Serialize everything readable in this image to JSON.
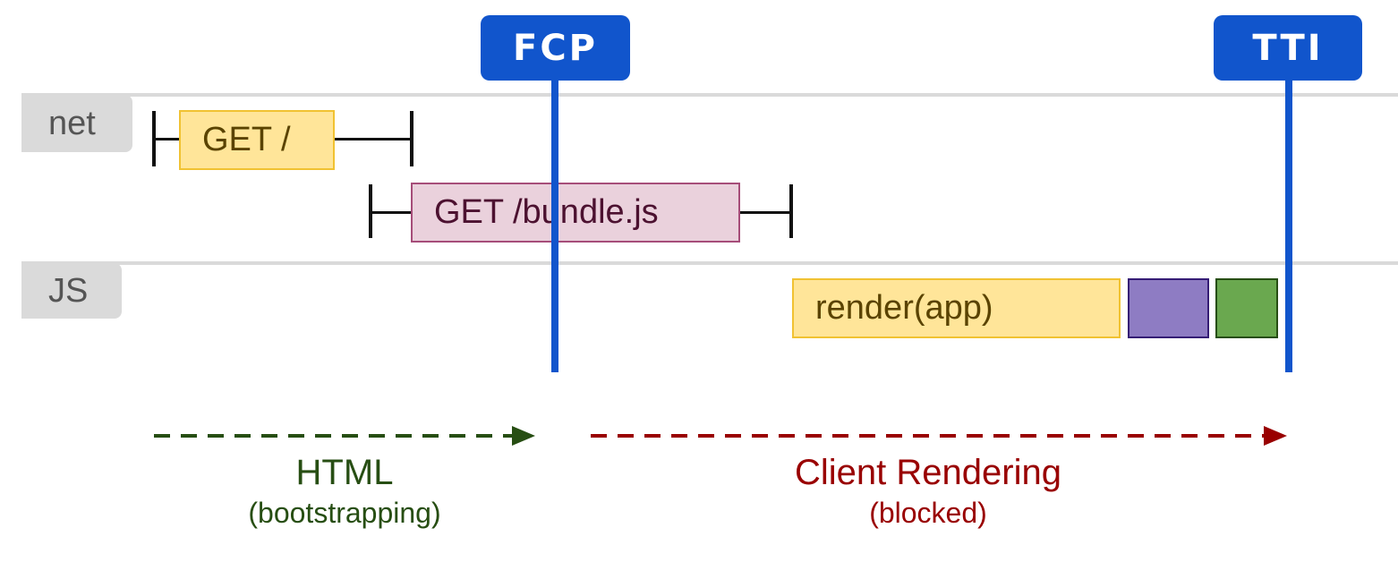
{
  "lanes": {
    "net_label": "net",
    "js_label": "JS"
  },
  "markers": {
    "fcp_label": "FCP",
    "tti_label": "TTI",
    "color": "#1155cc"
  },
  "requests": [
    {
      "label": "GET /",
      "color": "#ffe599"
    },
    {
      "label": "GET /bundle.js",
      "color": "#ead1dc"
    }
  ],
  "js_tasks": [
    {
      "label": "render(app)",
      "color": "#ffe599"
    },
    {
      "label": "",
      "color": "#8e7cc3"
    },
    {
      "label": "",
      "color": "#6aa84f"
    }
  ],
  "phases": [
    {
      "title": "HTML",
      "subtitle": "(bootstrapping)",
      "color": "#274e13"
    },
    {
      "title": "Client Rendering",
      "subtitle": "(blocked)",
      "color": "#990000"
    }
  ]
}
